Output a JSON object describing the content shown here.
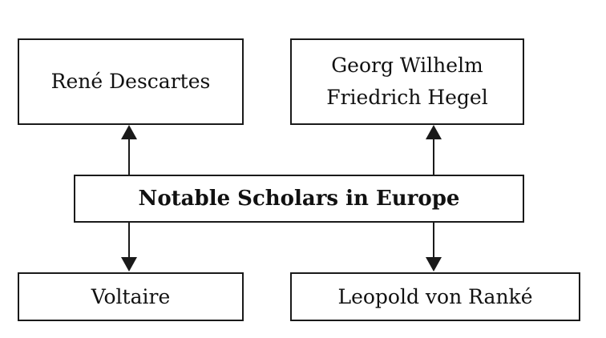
{
  "diagram": {
    "center": "Notable Scholars in Europe",
    "nodes": {
      "descartes": "René Descartes",
      "hegel_line1": "Georg Wilhelm",
      "hegel_line2": "Friedrich Hegel",
      "voltaire": "Voltaire",
      "ranke": "Leopold von Ranké"
    }
  }
}
